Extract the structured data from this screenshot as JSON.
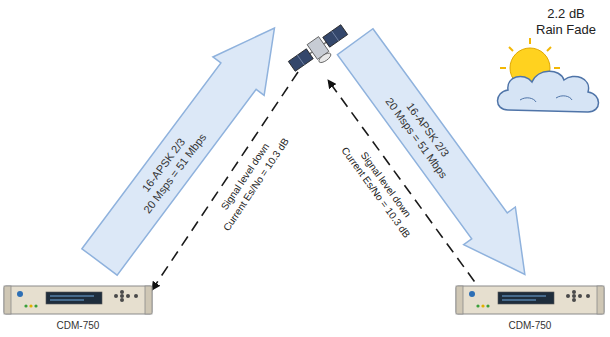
{
  "diagram": {
    "nodes": [
      {
        "text": [
          "16-APSK 2/3",
          "20 Msps = 51 Mbps"
        ]
      },
      {
        "text": [
          "16-APSK 2/3",
          "20 Msps = 51 Mbps"
        ]
      },
      {
        "text": [
          "CDM-750"
        ]
      },
      {
        "text": [
          "CDM-750"
        ]
      }
    ],
    "labels": [
      "Signal level down",
      "Current Es/No = 10.3 dB",
      "Signal level down",
      "Current Es/No = 10.3 dB",
      "2.2 dB Rain Fade"
    ]
  }
}
